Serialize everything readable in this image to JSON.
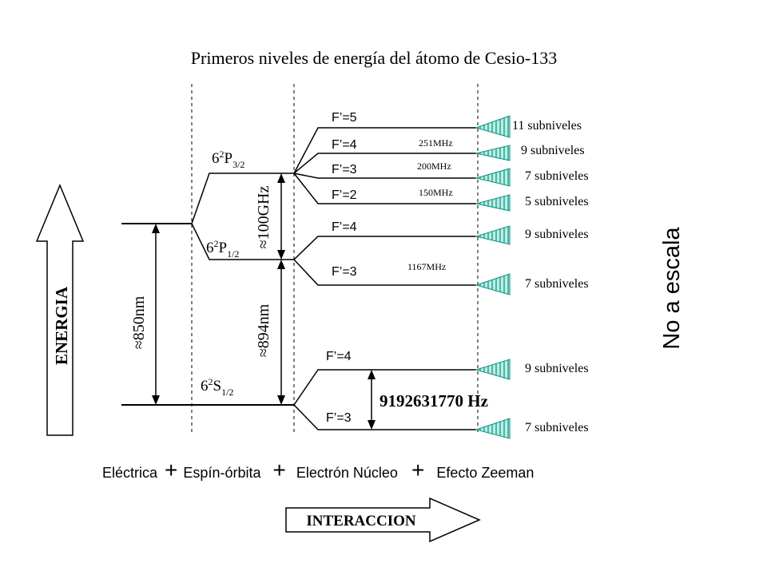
{
  "title": "Primeros niveles de energía del átomo de Cesio-133",
  "energy_arrow_label": "ENERGIA",
  "interaction_arrow_label": "INTERACCION",
  "not_to_scale": "No a escala",
  "states": {
    "p32": {
      "base": "6",
      "sup": "2",
      "main": "P",
      "sub": "3/2"
    },
    "p12": {
      "base": "6",
      "sup": "2",
      "main": "P",
      "sub": "1/2"
    },
    "s12": {
      "base": "6",
      "sup": "2",
      "main": "S",
      "sub": "1/2"
    }
  },
  "wavelength_labels": {
    "d2": "≈850nm",
    "d1": "≈894nm",
    "fine_structure": "≈100GHz"
  },
  "f_levels": {
    "p32": [
      "F’=5",
      "F’=4",
      "F’=3",
      "F’=2"
    ],
    "p12": [
      "F’=4",
      "F’=3"
    ],
    "s12": [
      "F’=4",
      "F’=3"
    ]
  },
  "splittings": [
    "251MHz",
    "200MHz",
    "150MHz",
    "1167MHz"
  ],
  "clock_frequency": "9192631770 Hz",
  "subniveles": [
    "11 subniveles",
    "9 subniveles",
    "7 subniveles",
    "5 subniveles",
    "9 subniveles",
    "7 subniveles",
    "9 subniveles",
    "7 subniveles"
  ],
  "interactions": {
    "electrica": "Eléctrica",
    "spin_orbita": "Espín-órbita",
    "electron_nucleo": "Electrón Núcleo",
    "zeeman": "Efecto Zeeman",
    "plus": "+"
  },
  "colors": {
    "fan_fill": "#b9efe4",
    "fan_stripe": "#0d8f82",
    "ink": "#000000"
  }
}
